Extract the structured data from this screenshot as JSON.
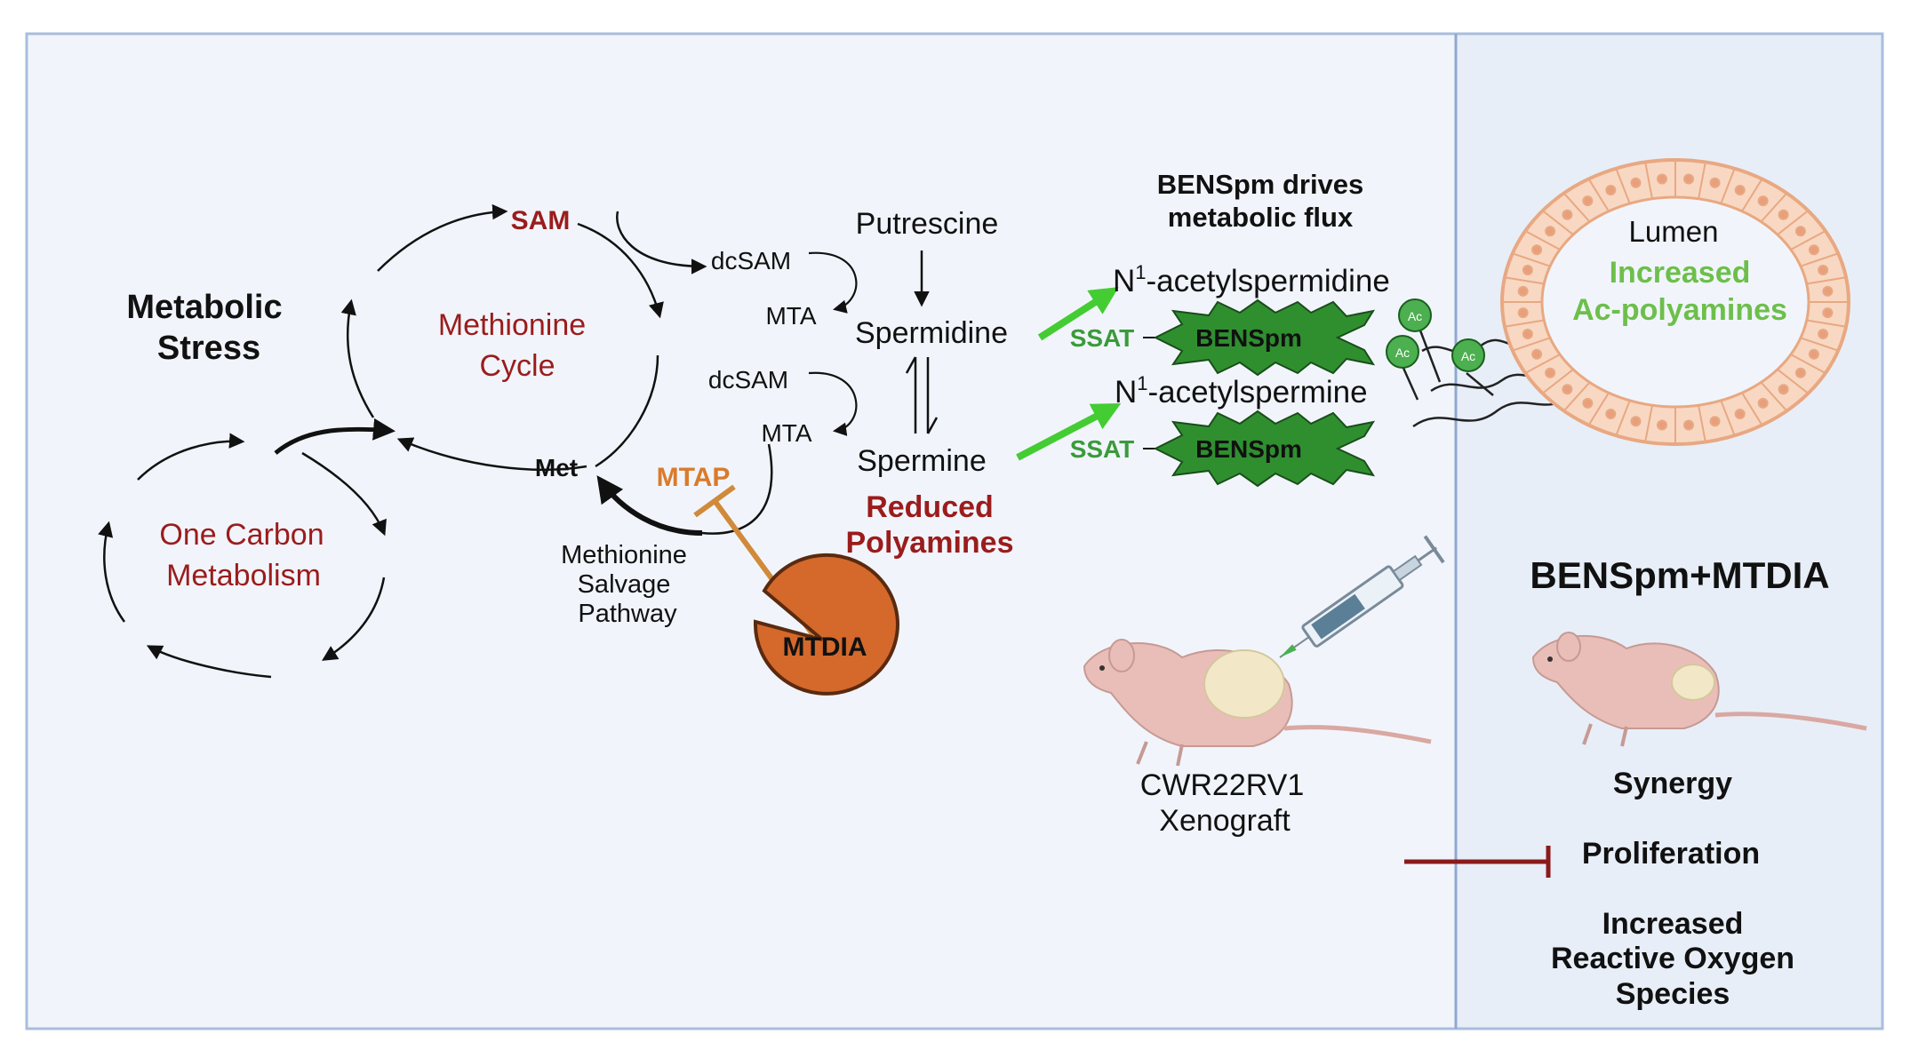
{
  "labels": {
    "metabolic_stress_l1": "Metabolic",
    "metabolic_stress_l2": "Stress",
    "sam": "SAM",
    "methionine_cycle_l1": "Methionine",
    "methionine_cycle_l2": "Cycle",
    "one_carbon_l1": "One Carbon",
    "one_carbon_l2": "Metabolism",
    "met": "Met",
    "dcsam_top": "dcSAM",
    "mta_top": "MTA",
    "dcsam_bottom": "dcSAM",
    "mta_bottom": "MTA",
    "mtap": "MTAP",
    "salvage_l1": "Methionine",
    "salvage_l2": "Salvage",
    "salvage_l3": "Pathway",
    "mtdia": "MTDIA",
    "putrescine": "Putrescine",
    "spermidine": "Spermidine",
    "spermine": "Spermine",
    "reduced_l1": "Reduced",
    "reduced_l2": "Polyamines",
    "flux_l1": "BENSpm drives",
    "flux_l2": "metabolic flux",
    "acetylspermidine_n": "N",
    "acetylspermidine_sup": "1",
    "acetylspermidine_rest": "-acetylspermidine",
    "acetylspermine_n": "N",
    "acetylspermine_sup": "1",
    "acetylspermine_rest": "-acetylspermine",
    "ssat_top": "SSAT",
    "ssat_bottom": "SSAT",
    "benspm_top": "BENSpm",
    "benspm_bottom": "BENSpm",
    "ac_1": "Ac",
    "ac_2": "Ac",
    "ac_3": "Ac",
    "lumen": "Lumen",
    "increased_l1": "Increased",
    "increased_l2": "Ac-polyamines",
    "xenograft_l1": "CWR22RV1",
    "xenograft_l2": "Xenograft",
    "combo": "BENSpm+MTDIA",
    "synergy": "Synergy",
    "proliferation": "Proliferation",
    "ros_l1": "Increased",
    "ros_l2": "Reactive Oxygen",
    "ros_l3": "Species"
  },
  "colors": {
    "panel_bg": "#f1f5fb",
    "panel_right_bg": "#e8eef7",
    "panel_border": "#a7bedd",
    "dark_red": "#9b1c1c",
    "green": "#4bb543",
    "benspm_green": "#2e8b2e",
    "orange": "#d97b2c",
    "mtdia_fill": "#d4692b",
    "inhibit_red": "#8b1a1a"
  }
}
